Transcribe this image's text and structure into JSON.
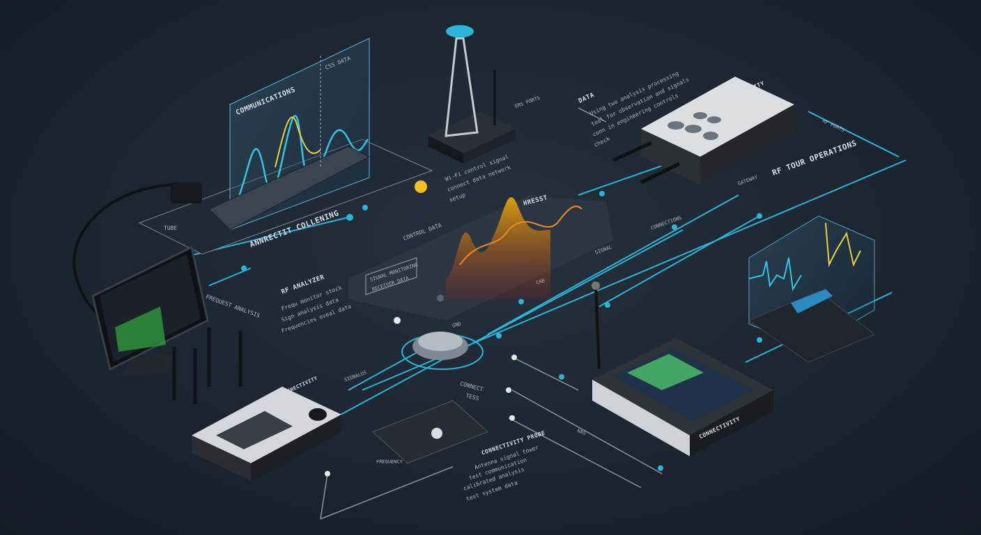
{
  "colors": {
    "background": "#1c2530",
    "accent": "#29b6d8",
    "wave_yellow": "#e8d23a",
    "wave_orange": "#f08a24",
    "screen_green": "#3fbf5a",
    "device_light": "#dcdfe2",
    "device_dark": "#2b2f36"
  },
  "labels": {
    "top_panel_title": "COMMUNICATIONS",
    "top_panel_side": "CSS DATA",
    "analysis": "ANNRECTIT COLLENING",
    "tube": "TUBE",
    "rf_analyzer": "RF ANALYZER",
    "rf_analyzer_body": [
      "Frequ monitor stock",
      "Sign analysis data",
      "Frequencies oveal data"
    ],
    "monitor_label": "FREQUEST ANALYSIS",
    "center_chart_title": "HRESST",
    "center_chart_tag": "CONTROL DATA",
    "center_box": [
      "SIGNAL MONITORING",
      "RECEIVER DATA"
    ],
    "tower_note": [
      "Wi-Fi control signal",
      "connect data network",
      "setup"
    ],
    "tower_tag": "ERS PORTS",
    "top_right_note_title": "DATA",
    "top_right_note": [
      "Using two analysis processing",
      "tool for observation and signals",
      "conn in engineering controls",
      "check"
    ],
    "device_top_right": "CONNECTIVITY",
    "device_top_right_sub": "RF TOUR OPERATIONS",
    "rf_ports": "RF PORTS",
    "gateway": "GATEWAY",
    "connectivity_tag": "CONNECTIONS",
    "signal_tag": "SIGNAL",
    "device_bottom_right": "CONNECTIVITY",
    "bottom_center_title": "CONNECT",
    "bottom_center_sub": "TESS",
    "bottom_note_title": "CONNECTIVITY PROBE",
    "bottom_note": [
      "Antenna signal tower",
      "test communication",
      "calibrated analysis",
      "test system data"
    ],
    "board": "FREQUENCY",
    "signal_unit": "SIGNALUS",
    "handheld": "CONNECTIVITY",
    "n_tag": "NAS",
    "gnd": "GND",
    "tick_label": "CAB"
  }
}
